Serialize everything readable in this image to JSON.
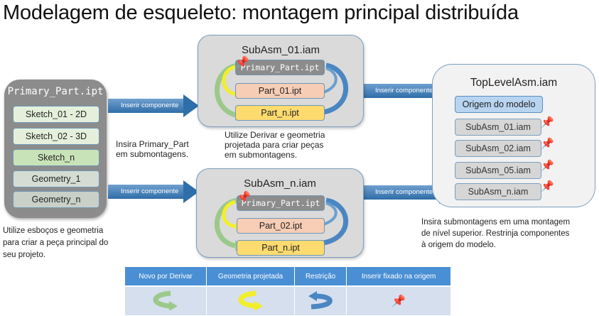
{
  "title": "Modelagem de esqueleto: montagem principal distribuída",
  "primary_part": {
    "title": "Primary_Part.ipt",
    "items": [
      {
        "label": "Sketch_01 - 2D",
        "color": "#e4f0dc"
      },
      {
        "label": "Sketch_02 - 3D",
        "color": "#e4f0dc"
      },
      {
        "label": "Sketch_n",
        "color": "#c9e3b8"
      },
      {
        "label": "Geometry_1",
        "color": "#d4dcd4"
      },
      {
        "label": "Geometry_n",
        "color": "#c8d0c8"
      }
    ],
    "description": [
      "Utilize esboços e geometria",
      "para criar a peça principal do",
      "seu projeto."
    ]
  },
  "arrows": {
    "insert_component": "Inserir componente"
  },
  "middle_note": [
    "Insira Primary_Part",
    "em submontagens."
  ],
  "subasm_top": {
    "title": "SubAsm_01.iam",
    "items": [
      {
        "label": "Primary_Part.ipt",
        "color": "#8c8c8c"
      },
      {
        "label": "Part_01.ipt",
        "color": "#f7cdb5"
      },
      {
        "label": "Part_n.ipt",
        "color": "#fedb6f"
      }
    ],
    "description": [
      "Utilize Derivar e geometria",
      "projetada para criar peças",
      "em submontagens."
    ]
  },
  "subasm_bottom": {
    "title": "SubAsm_n.iam",
    "items": [
      {
        "label": "Primary_Part.ipt",
        "color": "#8c8c8c"
      },
      {
        "label": "Part_02.ipt",
        "color": "#f7cdb5"
      },
      {
        "label": "Part_n.ipt",
        "color": "#fedb6f"
      }
    ]
  },
  "top_level": {
    "title": "TopLevelAsm.iam",
    "origin": "Origem do modelo",
    "items": [
      "SubAsm_01.iam",
      "SubAsm_02.iam",
      "SubAsm_05.iam",
      "SubAsm_n.iam"
    ],
    "description": [
      "Insira submontagens em uma montagem",
      "de nível superior. Restrinja componentes",
      "à origem do modelo."
    ]
  },
  "legend": {
    "headers": [
      "Novo por Derivar",
      "Geometria projetada",
      "Restrição",
      "Inserir fixado na origem"
    ],
    "icons": [
      "derive-arrow-icon",
      "projected-geometry-arrow-icon",
      "constraint-arrow-icon",
      "pushpin-icon"
    ]
  },
  "colors": {
    "derive": "#8fbf6e",
    "projected": "#f2ee2a",
    "constraint": "#3f7fbf",
    "pin": "#f5b800"
  }
}
